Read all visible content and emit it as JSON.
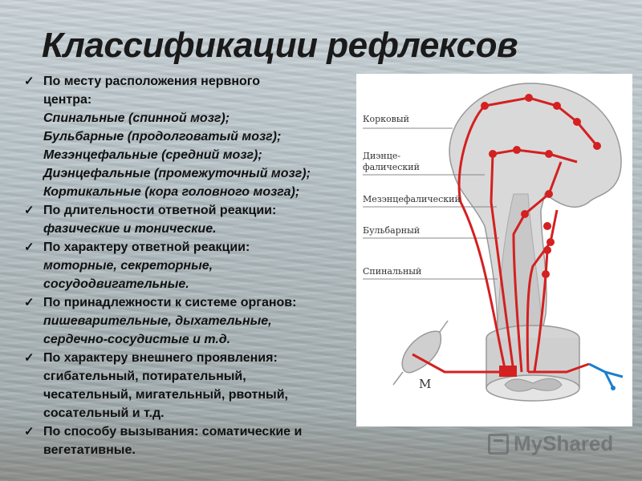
{
  "slide": {
    "title": "Классификации рефлексов",
    "bullet_symbol": "✓",
    "bullets": [
      {
        "lines": [
          {
            "text": "По  месту расположения нервного",
            "italic": false
          },
          {
            "text": "центра:",
            "italic": false
          },
          {
            "text": "Спинальные (спинной мозг);",
            "italic": true
          },
          {
            "text": "Бульбарные (продолговатый мозг);",
            "italic": true
          },
          {
            "text": "Мезэнцефальные (средний мозг);",
            "italic": true
          },
          {
            "text": "Диэнцефальные (промежуточный мозг);",
            "italic": true
          },
          {
            "text": "Кортикальные (кора головного мозга);",
            "italic": true
          }
        ]
      },
      {
        "lines": [
          {
            "text": "По длительности ответной реакции:",
            "italic": false
          },
          {
            "text": "фазические и тонические.",
            "italic": true
          }
        ]
      },
      {
        "lines": [
          {
            "text": "По характеру ответной реакции:",
            "italic": false
          },
          {
            "text": "моторные, секреторные,",
            "italic": true
          },
          {
            "text": "сосудодвигательные.",
            "italic": true
          }
        ]
      },
      {
        "lines": [
          {
            "text": "По принадлежности к системе органов:",
            "italic": false
          },
          {
            "text": "пишеварительные, дыхательные,",
            "italic": true
          },
          {
            "text": "сердечно-сосудистые и т.д.",
            "italic": true
          }
        ]
      },
      {
        "lines": [
          {
            "text": "По характеру    внешнего проявления:",
            "italic": false
          },
          {
            "text": "сгибательный, потирательный,",
            "italic": false
          },
          {
            "text": "чесательный, мигательный, рвотный,",
            "italic": false
          },
          {
            "text": "сосательный и т.д.",
            "italic": false
          }
        ]
      },
      {
        "lines": [
          {
            "text": "По способу вызывания: соматические и",
            "italic": false
          },
          {
            "text": "вегетативные.",
            "italic": false
          }
        ]
      }
    ]
  },
  "diagram": {
    "labels": {
      "cortical": "Корковый",
      "diencephalic_1": "Диэнце-",
      "diencephalic_2": "фалический",
      "mesencephalic": "Мезэнцефалический",
      "bulbar": "Бульбарный",
      "spinal": "Спинальный",
      "muscle": "M"
    },
    "colors": {
      "pathway": "#d42020",
      "afferent": "#1a7fd0",
      "structure": "#c9c9c9"
    }
  },
  "watermark": {
    "text": "MyShared"
  }
}
